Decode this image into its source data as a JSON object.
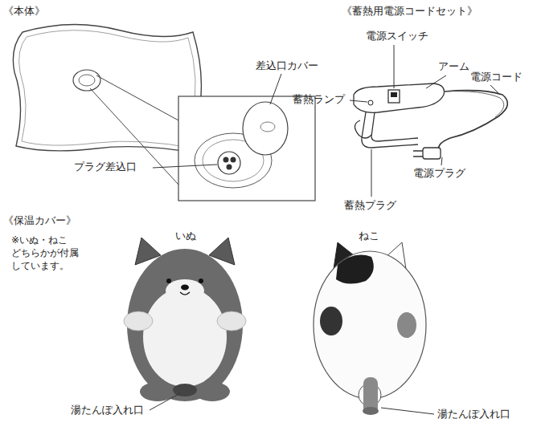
{
  "diagram": {
    "labels": [
      "《本体》",
      "差込口カバー",
      "プラグ差込口",
      "《蓄熱用電源コードセット》",
      "電源スイッチ",
      "アーム",
      "蓄熱ランプ",
      "電源コード",
      "電源プラグ",
      "蓄熱プラグ",
      "《保温カバー》",
      "※いぬ・ねこ どちらかが付属 しています。",
      "いぬ",
      "ねこ",
      "湯たんぽ入れ口",
      "湯たんぽ入れ口"
    ]
  }
}
